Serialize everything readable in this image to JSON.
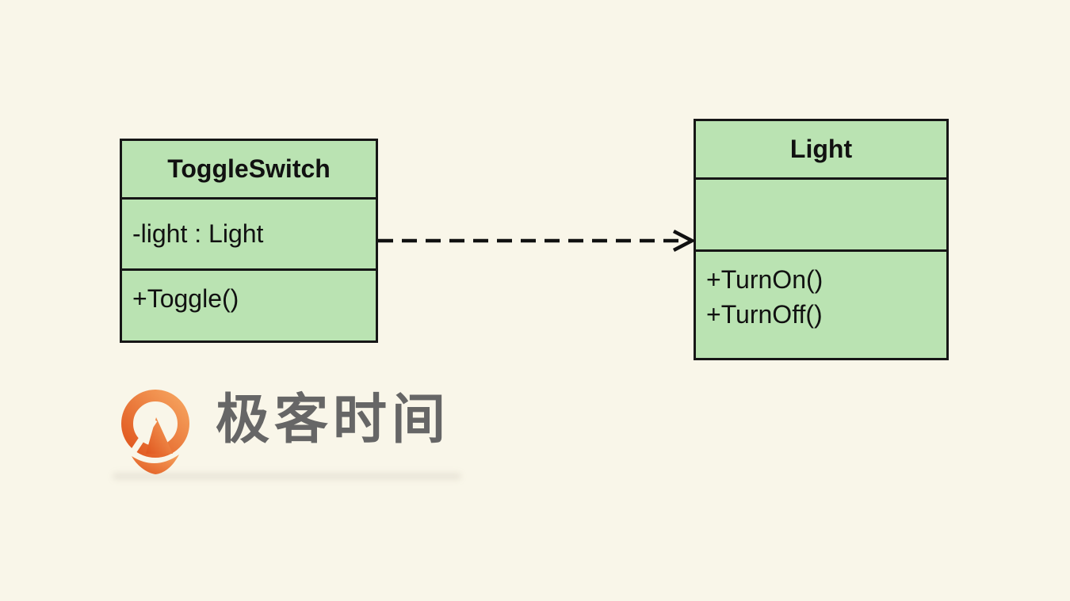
{
  "diagram": {
    "classes": [
      {
        "name": "ToggleSwitch",
        "attributes": [
          "-light : Light"
        ],
        "methods": [
          "+Toggle()"
        ]
      },
      {
        "name": "Light",
        "attributes": [],
        "methods": [
          "+TurnOn()",
          "+TurnOff()"
        ]
      }
    ],
    "relationship": {
      "type": "dependency",
      "from": "ToggleSwitch",
      "to": "Light",
      "line_style": "dashed",
      "arrowhead": "open"
    }
  },
  "branding": {
    "logo_text": "极客时间",
    "logo_icon": "geektime-pin-icon"
  },
  "colors": {
    "background": "#f9f6e9",
    "class_fill": "#bae3b2",
    "class_border": "#161616",
    "line": "#111111",
    "logo_text": "#666666",
    "logo_orange_dark": "#e0561e",
    "logo_orange_light": "#f6a45f"
  }
}
